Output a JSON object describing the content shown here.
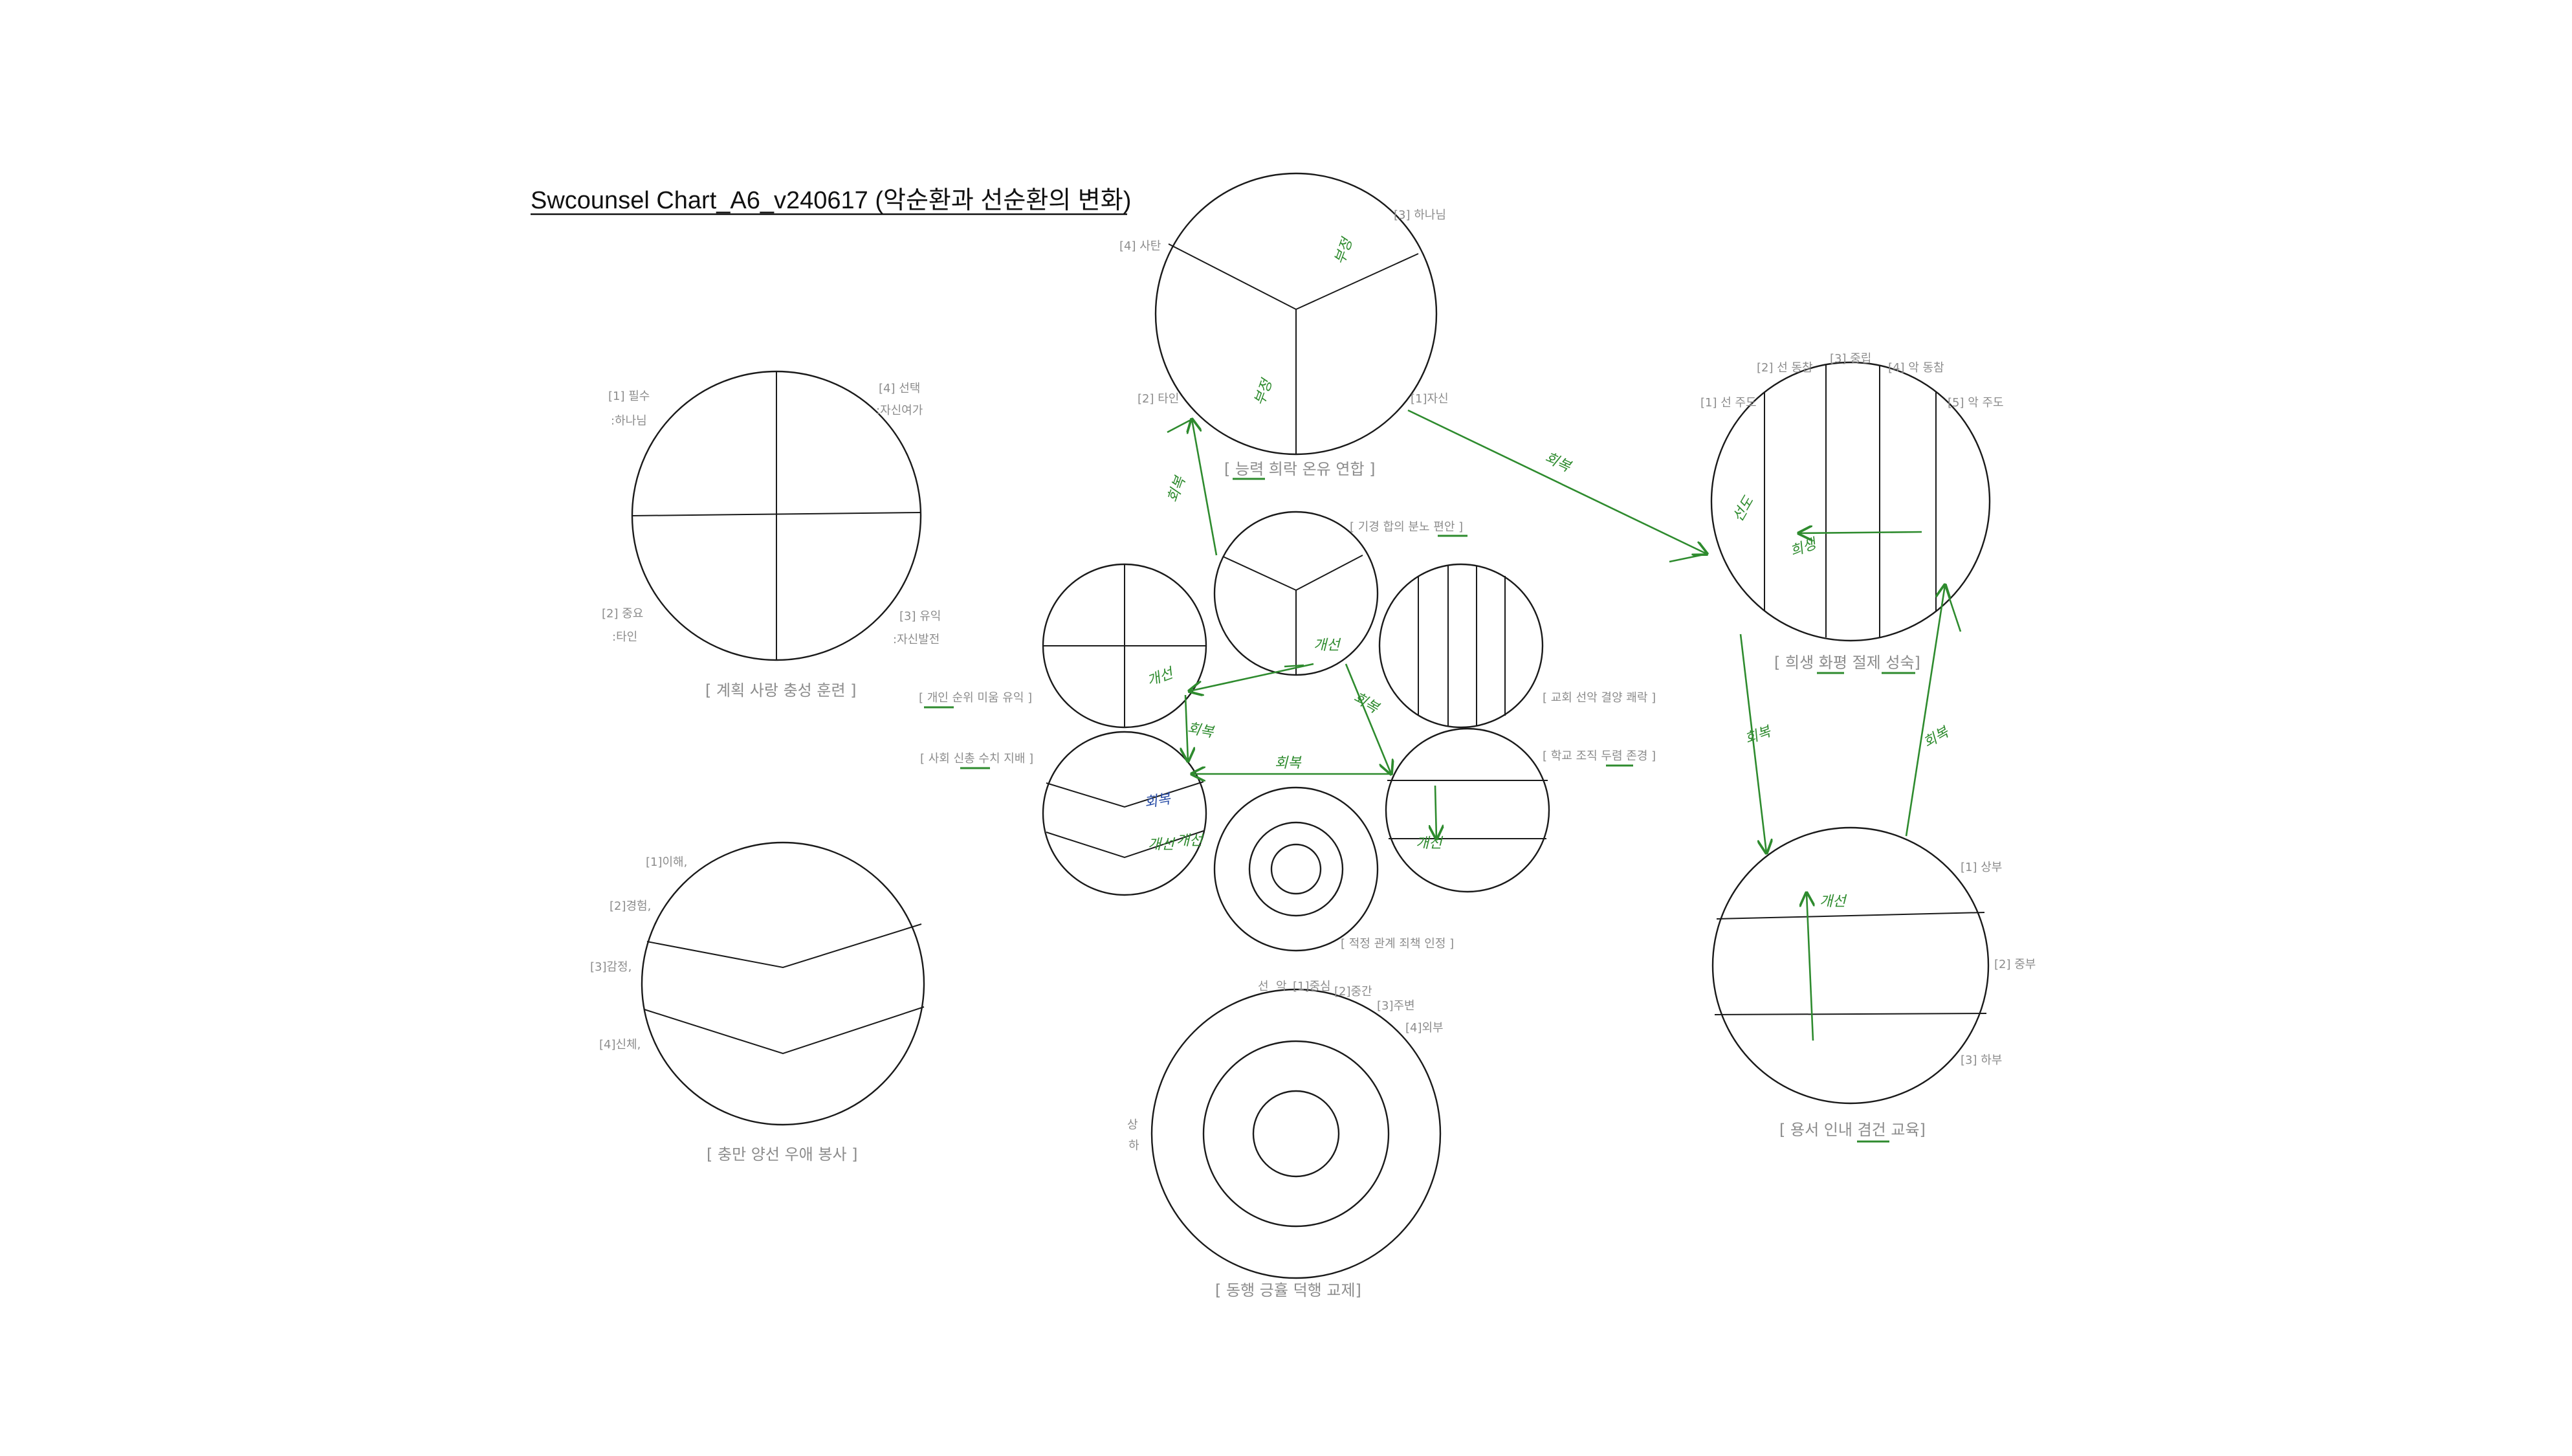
{
  "title": "Swcounsel Chart_A6_v240617 (악순환과 선순환의 변화)",
  "diagrams": {
    "quad": {
      "caption": "[ 계획 사랑 충성 훈련 ]",
      "labels": [
        "[1] 필수",
        ":하나님",
        "[4] 선택",
        ":자신여가",
        "[2] 중요",
        ":타인",
        "[3] 유익",
        ":자신발전"
      ]
    },
    "chevron": {
      "caption": "[ 충만 양선 우애 봉사 ]",
      "labels": [
        "[1]이해,",
        "[2]경험,",
        "[3]감정,",
        "[4]신체,"
      ]
    },
    "tri": {
      "caption": "[ 능력 희락 온유 연합 ]",
      "labels": [
        "[4] 사탄",
        "[3] 하나님",
        "[2] 타인",
        "[1]자신"
      ]
    },
    "target": {
      "caption": "[ 동행 긍휼 덕행 교제]",
      "labels": [
        "선",
        "악",
        "[1]중심",
        "[2]중간",
        "[3]주변",
        "[4]외부",
        "상",
        "하"
      ]
    },
    "stripes": {
      "caption": "[ 희생 화평 절제 성숙]",
      "labels": [
        "[2] 선 동참",
        "[3] 중립",
        "[4] 악 동참",
        "[1] 선 주도",
        "[5] 악 주도"
      ]
    },
    "bands": {
      "caption": "[ 용서 인내 겸건 교육]",
      "labels": [
        "[1] 상부",
        "[2] 중부",
        "[3] 하부"
      ]
    },
    "center": {
      "tri_caption": "[ 기경 합의 분노 편안 ]",
      "quad_caption": "[ 개인 순위 미움 유익 ]",
      "stripes_caption": "[ 교회 선악 결양 쾌락 ]",
      "chevron_caption": "[ 사회 신총 수치 지배 ]",
      "bands_caption": "[ 학교 조직 두렴 존경 ]",
      "target_caption": "[ 적정 관계 죄책 인정 ]"
    }
  },
  "handwriting": {
    "top_tri_1": "부정",
    "top_tri_2": "부정",
    "arrow_left": "회복",
    "arrow_right": "회복",
    "stripes_left": "선도",
    "stripes_center": "희생",
    "right_down": "회복",
    "right_up": "회복",
    "bands_center": "개선",
    "c_tri": "개선",
    "c_quad": "개선",
    "c_quad_down": "회복",
    "c_tri_down": "회복",
    "c_mid": "회복",
    "c_chev_1": "회복",
    "c_chev_2": "개선",
    "c_chev_3": "개선",
    "c_bands": "개선"
  },
  "colors": {
    "ink": "#1a1a1a",
    "label": "#8c8c8c",
    "annotation": "#2e8b2e",
    "annotation_blue": "#2b4fa8"
  }
}
